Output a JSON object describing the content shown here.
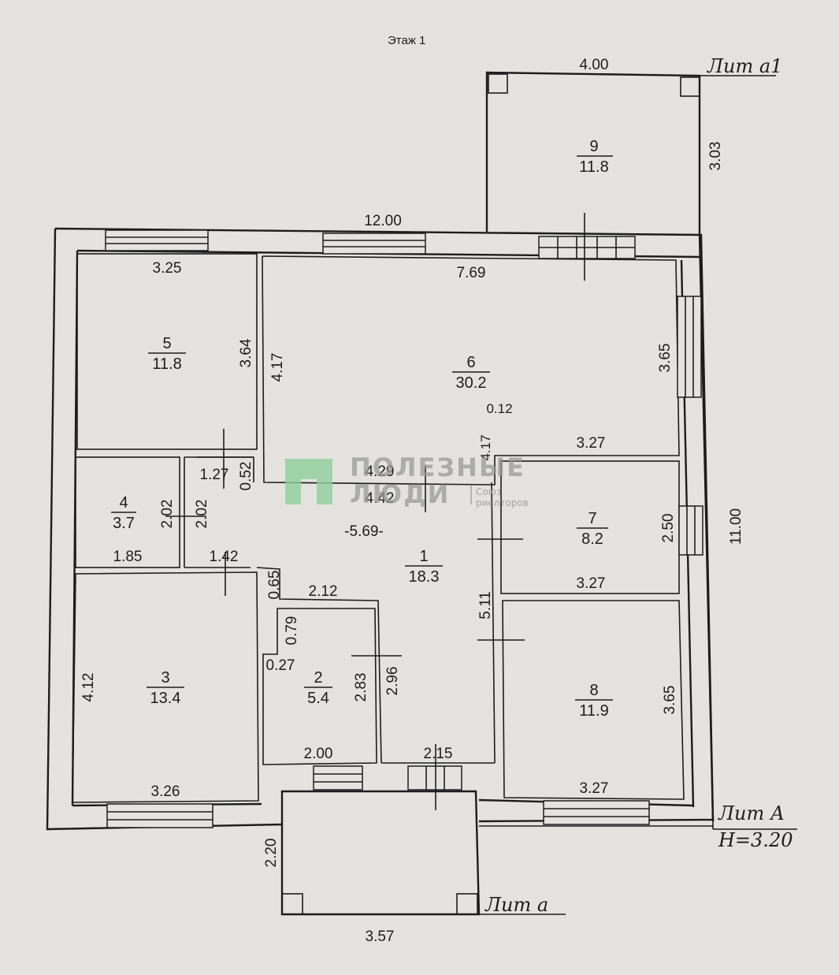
{
  "title": "Этаж 1",
  "labels": {
    "lit_a1": "Лит а1",
    "lit_A": "Лит А",
    "height": "H=3.20",
    "lit_a": "Лит а"
  },
  "rooms": [
    {
      "number": "1",
      "area": "18.3"
    },
    {
      "number": "2",
      "area": "5.4"
    },
    {
      "number": "3",
      "area": "13.4"
    },
    {
      "number": "4",
      "area": "3.7"
    },
    {
      "number": "5",
      "area": "11.8"
    },
    {
      "number": "6",
      "area": "30.2"
    },
    {
      "number": "7",
      "area": "8.2"
    },
    {
      "number": "8",
      "area": "11.9"
    },
    {
      "number": "9",
      "area": "11.8"
    }
  ],
  "dims": {
    "top_a1": "4.00",
    "a1_side": "3.03",
    "overall_top": "12.00",
    "r5_top": "3.25",
    "r5_side": "3.64",
    "r6_top": "7.69",
    "r6_left": "4.17",
    "r6_right": "3.65",
    "gap": "0.12",
    "r6_bottom": "3.27",
    "small_4_17": "4.17",
    "h_1_27": "1.27",
    "v_0_52": "0.52",
    "h_4_29": "4.29",
    "h_4_42": "4.42",
    "corridor": "-5.69-",
    "r4_left": "2.02",
    "r4_right": "2.02",
    "r4_bottom": "1.85",
    "h_1_42": "1.42",
    "v_0_65": "0.65",
    "h_2_12": "2.12",
    "v_0_79": "0.79",
    "h_0_27": "0.27",
    "r2_side": "2.83",
    "r1_side": "2.96",
    "r2_bottom": "2.00",
    "r1_bottom": "2.15",
    "r3_side": "4.12",
    "r3_bottom": "3.26",
    "r7_side": "2.50",
    "r7_bottom": "3.27",
    "overall_right": "11.00",
    "v_5_11": "5.11",
    "r8_side": "3.65",
    "r8_bottom": "3.27",
    "porch_side": "2.20",
    "porch_bottom": "3.57"
  },
  "watermark": {
    "line1": "ПОЛЕЗНЫЕ",
    "line2": "ЛЮДИ",
    "tag1": "Союз",
    "tag2": "риелторов"
  },
  "colors": {
    "paper": "#e4e3df",
    "ink": "#1d1d1d",
    "logo_green": "#8fcf9a"
  }
}
